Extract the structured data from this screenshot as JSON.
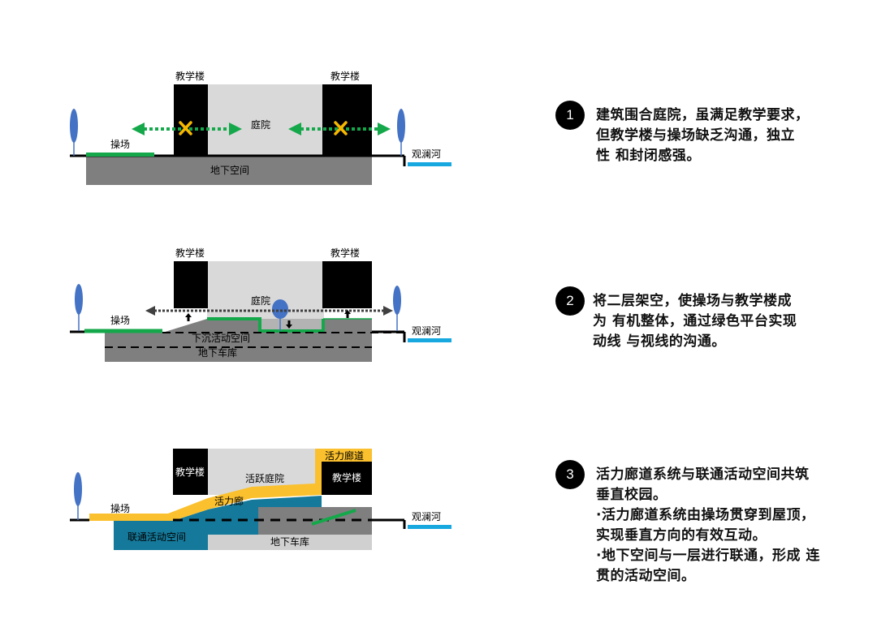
{
  "colors": {
    "building": "#000000",
    "courtyard": "#d9d9d9",
    "underground": "#7f7f7f",
    "underground_light": "#d0d0d0",
    "green": "#14a84b",
    "tree": "#4472c4",
    "river": "#17a8e0",
    "cross": "#f5b800",
    "yellow": "#fbc02d",
    "teal": "#14799a",
    "ground": "#000000"
  },
  "panels": [
    {
      "labels": {
        "building_left": "教学楼",
        "building_right": "教学楼",
        "courtyard": "庭院",
        "playground": "操场",
        "underground": "地下空间",
        "river": "观澜河"
      },
      "description": {
        "number": "1",
        "lines": [
          "建筑围合庭院，虽满足教学要求，",
          "但教学楼与操场缺乏沟通，独立",
          "性 和封闭感强。"
        ]
      }
    },
    {
      "labels": {
        "building_left": "教学楼",
        "building_right": "教学楼",
        "courtyard": "庭院",
        "playground": "操场",
        "sunken": "下沉活动空间",
        "garage": "地下车库",
        "river": "观澜河"
      },
      "description": {
        "number": "2",
        "lines": [
          "将二层架空，使操场与教学楼成",
          "为 有机整体，通过绿色平台实现",
          "动线 与视线的沟通。"
        ]
      }
    },
    {
      "labels": {
        "building_left": "教学楼",
        "building_right": "教学楼",
        "courtyard": "活跃庭院",
        "corridor": "活力廊",
        "corridor_top": "活力廊道",
        "playground": "操场",
        "connected": "联通活动空间",
        "garage": "地下车库",
        "river": "观澜河"
      },
      "description": {
        "number": "3",
        "lines": [
          "活力廊道系统与联通活动空间共筑",
          "垂直校园。",
          "·活力廊道系统由操场贯穿到屋顶，",
          "实现垂直方向的有效互动。",
          "·地下空间与一层进行联通，形成 连",
          "贯的活动空间。"
        ]
      }
    }
  ]
}
